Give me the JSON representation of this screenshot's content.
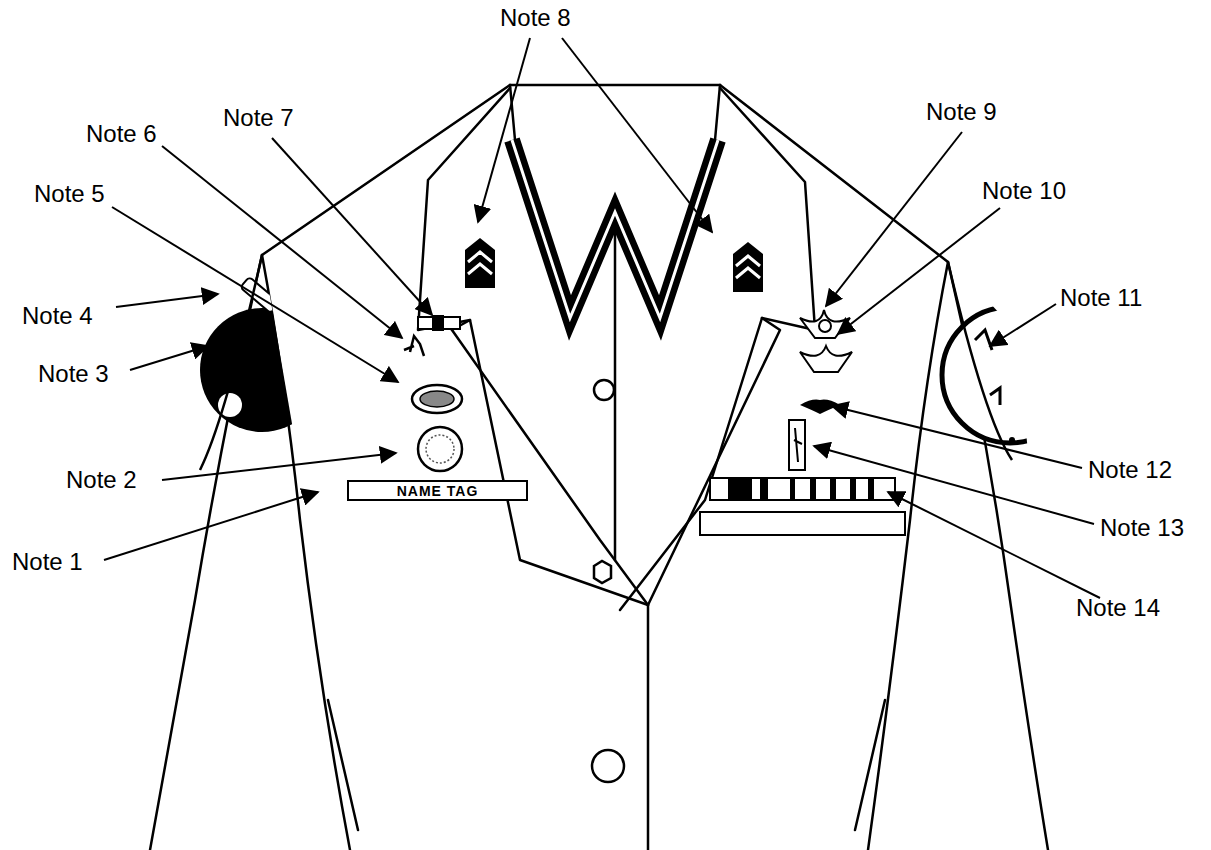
{
  "diagram": {
    "nodes": [
      {
        "text": [
          "NAME TAG"
        ]
      }
    ],
    "labels": [
      "Note 8",
      "Note 7",
      "Note 9",
      "Note 6",
      "Note 10",
      "Note 5",
      "Note 4",
      "Note 11",
      "Note 3",
      "Note 12",
      "Note 2",
      "Note 13",
      "Note 1",
      "Note 14"
    ]
  }
}
